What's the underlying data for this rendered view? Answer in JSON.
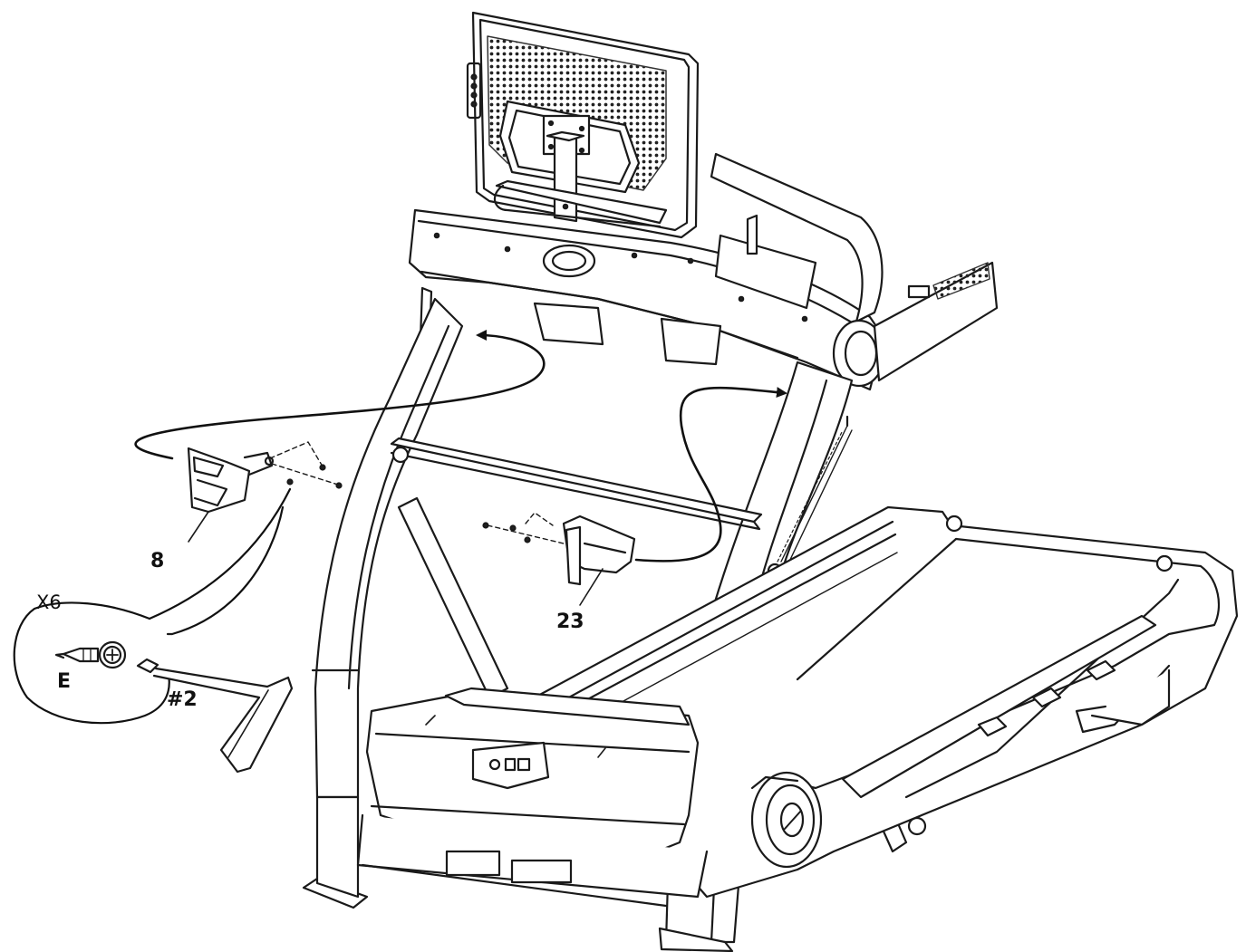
{
  "callouts": {
    "part_8": "8",
    "part_23": "23",
    "quantity": "X6",
    "screw": "E",
    "driver": "#2"
  },
  "colors": {
    "line": "#1a1a1a",
    "background": "#ffffff",
    "shade": "#3a3a3a"
  }
}
